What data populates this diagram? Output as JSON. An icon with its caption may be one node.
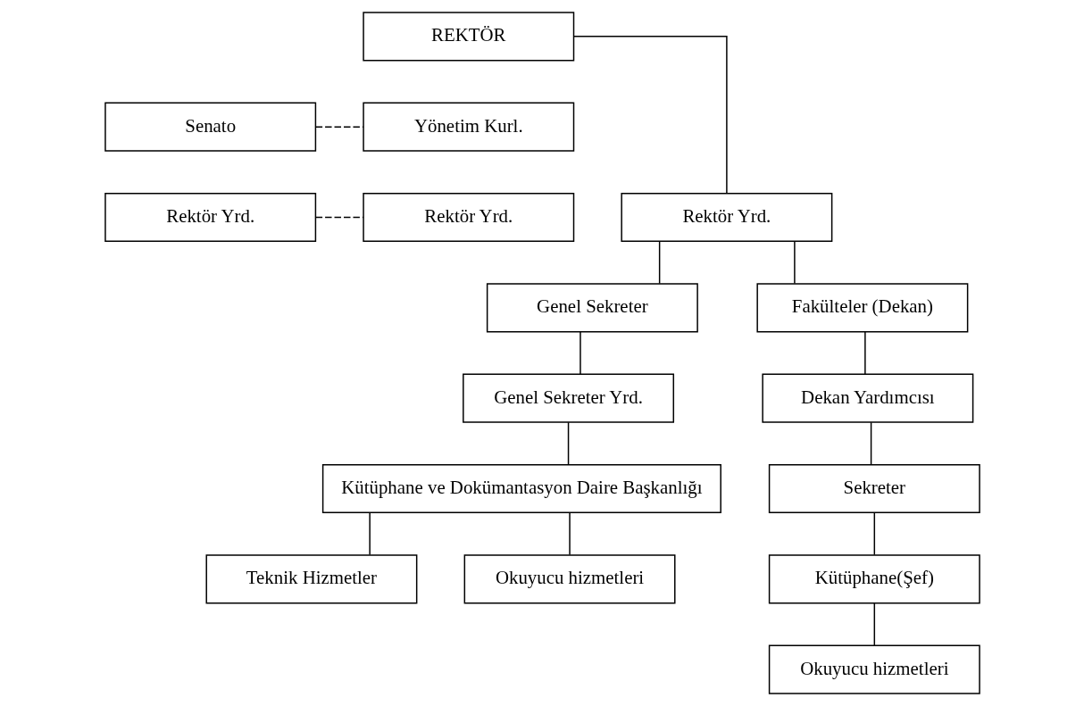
{
  "diagram": {
    "nodes": [
      {
        "text": [
          "REKTÖR"
        ]
      },
      {
        "text": [
          "Senato"
        ]
      },
      {
        "text": [
          "Yönetim Kurl."
        ]
      },
      {
        "text": [
          "Rektör Yrd."
        ]
      },
      {
        "text": [
          "Rektör Yrd."
        ]
      },
      {
        "text": [
          "Rektör Yrd."
        ]
      },
      {
        "text": [
          "Genel Sekreter"
        ]
      },
      {
        "text": [
          "Fakülteler (Dekan)"
        ]
      },
      {
        "text": [
          "Genel Sekreter Yrd."
        ]
      },
      {
        "text": [
          "Dekan Yardımcısı"
        ]
      },
      {
        "text": [
          "Kütüphane ve Dokümantasyon Daire Başkanlığı"
        ]
      },
      {
        "text": [
          "Sekreter"
        ]
      },
      {
        "text": [
          "Kütüphane(Şef)"
        ]
      },
      {
        "text": [
          "Teknik Hizmetler"
        ]
      },
      {
        "text": [
          "Okuyucu hizmetleri"
        ]
      },
      {
        "text": [
          "Okuyucu hizmetleri"
        ]
      }
    ],
    "edges": [
      {
        "from": 1,
        "to": 2,
        "arrow": "none",
        "style": "dashed"
      },
      {
        "from": 3,
        "to": 5,
        "arrow": "none",
        "style": "dashed"
      },
      {
        "from": 0,
        "to": 4,
        "arrow": "none"
      },
      {
        "from": 4,
        "to": 6,
        "arrow": "none"
      },
      {
        "from": 4,
        "to": 7,
        "arrow": "none"
      },
      {
        "from": 6,
        "to": 8,
        "arrow": "none"
      },
      {
        "from": 8,
        "to": 10,
        "arrow": "none"
      },
      {
        "from": 10,
        "to": 13,
        "arrow": "none"
      },
      {
        "from": 10,
        "to": 14,
        "arrow": "none"
      },
      {
        "from": 7,
        "to": 9,
        "arrow": "none"
      },
      {
        "from": 9,
        "to": 11,
        "arrow": "none"
      },
      {
        "from": 11,
        "to": 12,
        "arrow": "none"
      },
      {
        "from": 12,
        "to": 15,
        "arrow": "none"
      }
    ]
  }
}
